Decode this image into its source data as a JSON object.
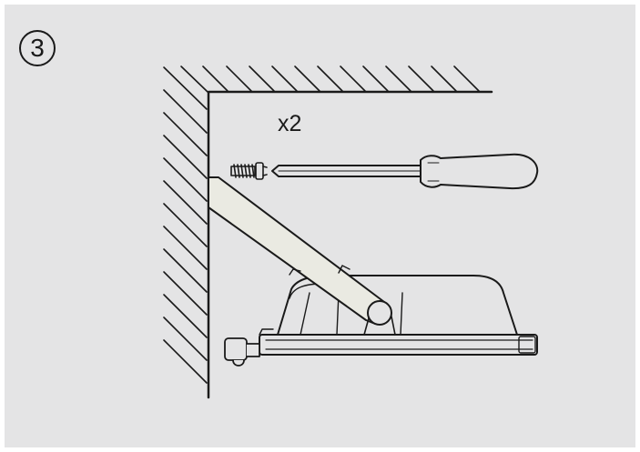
{
  "step": {
    "number": "3"
  },
  "quantity": {
    "label": "x2"
  },
  "colors": {
    "background": "#e4e4e5",
    "line": "#1a1a1a",
    "arm_fill": "#eaeae2"
  },
  "icons": [
    "screw-icon",
    "screwdriver-icon",
    "wall-corner-hatch",
    "mounting-bracket",
    "light-fixture"
  ]
}
